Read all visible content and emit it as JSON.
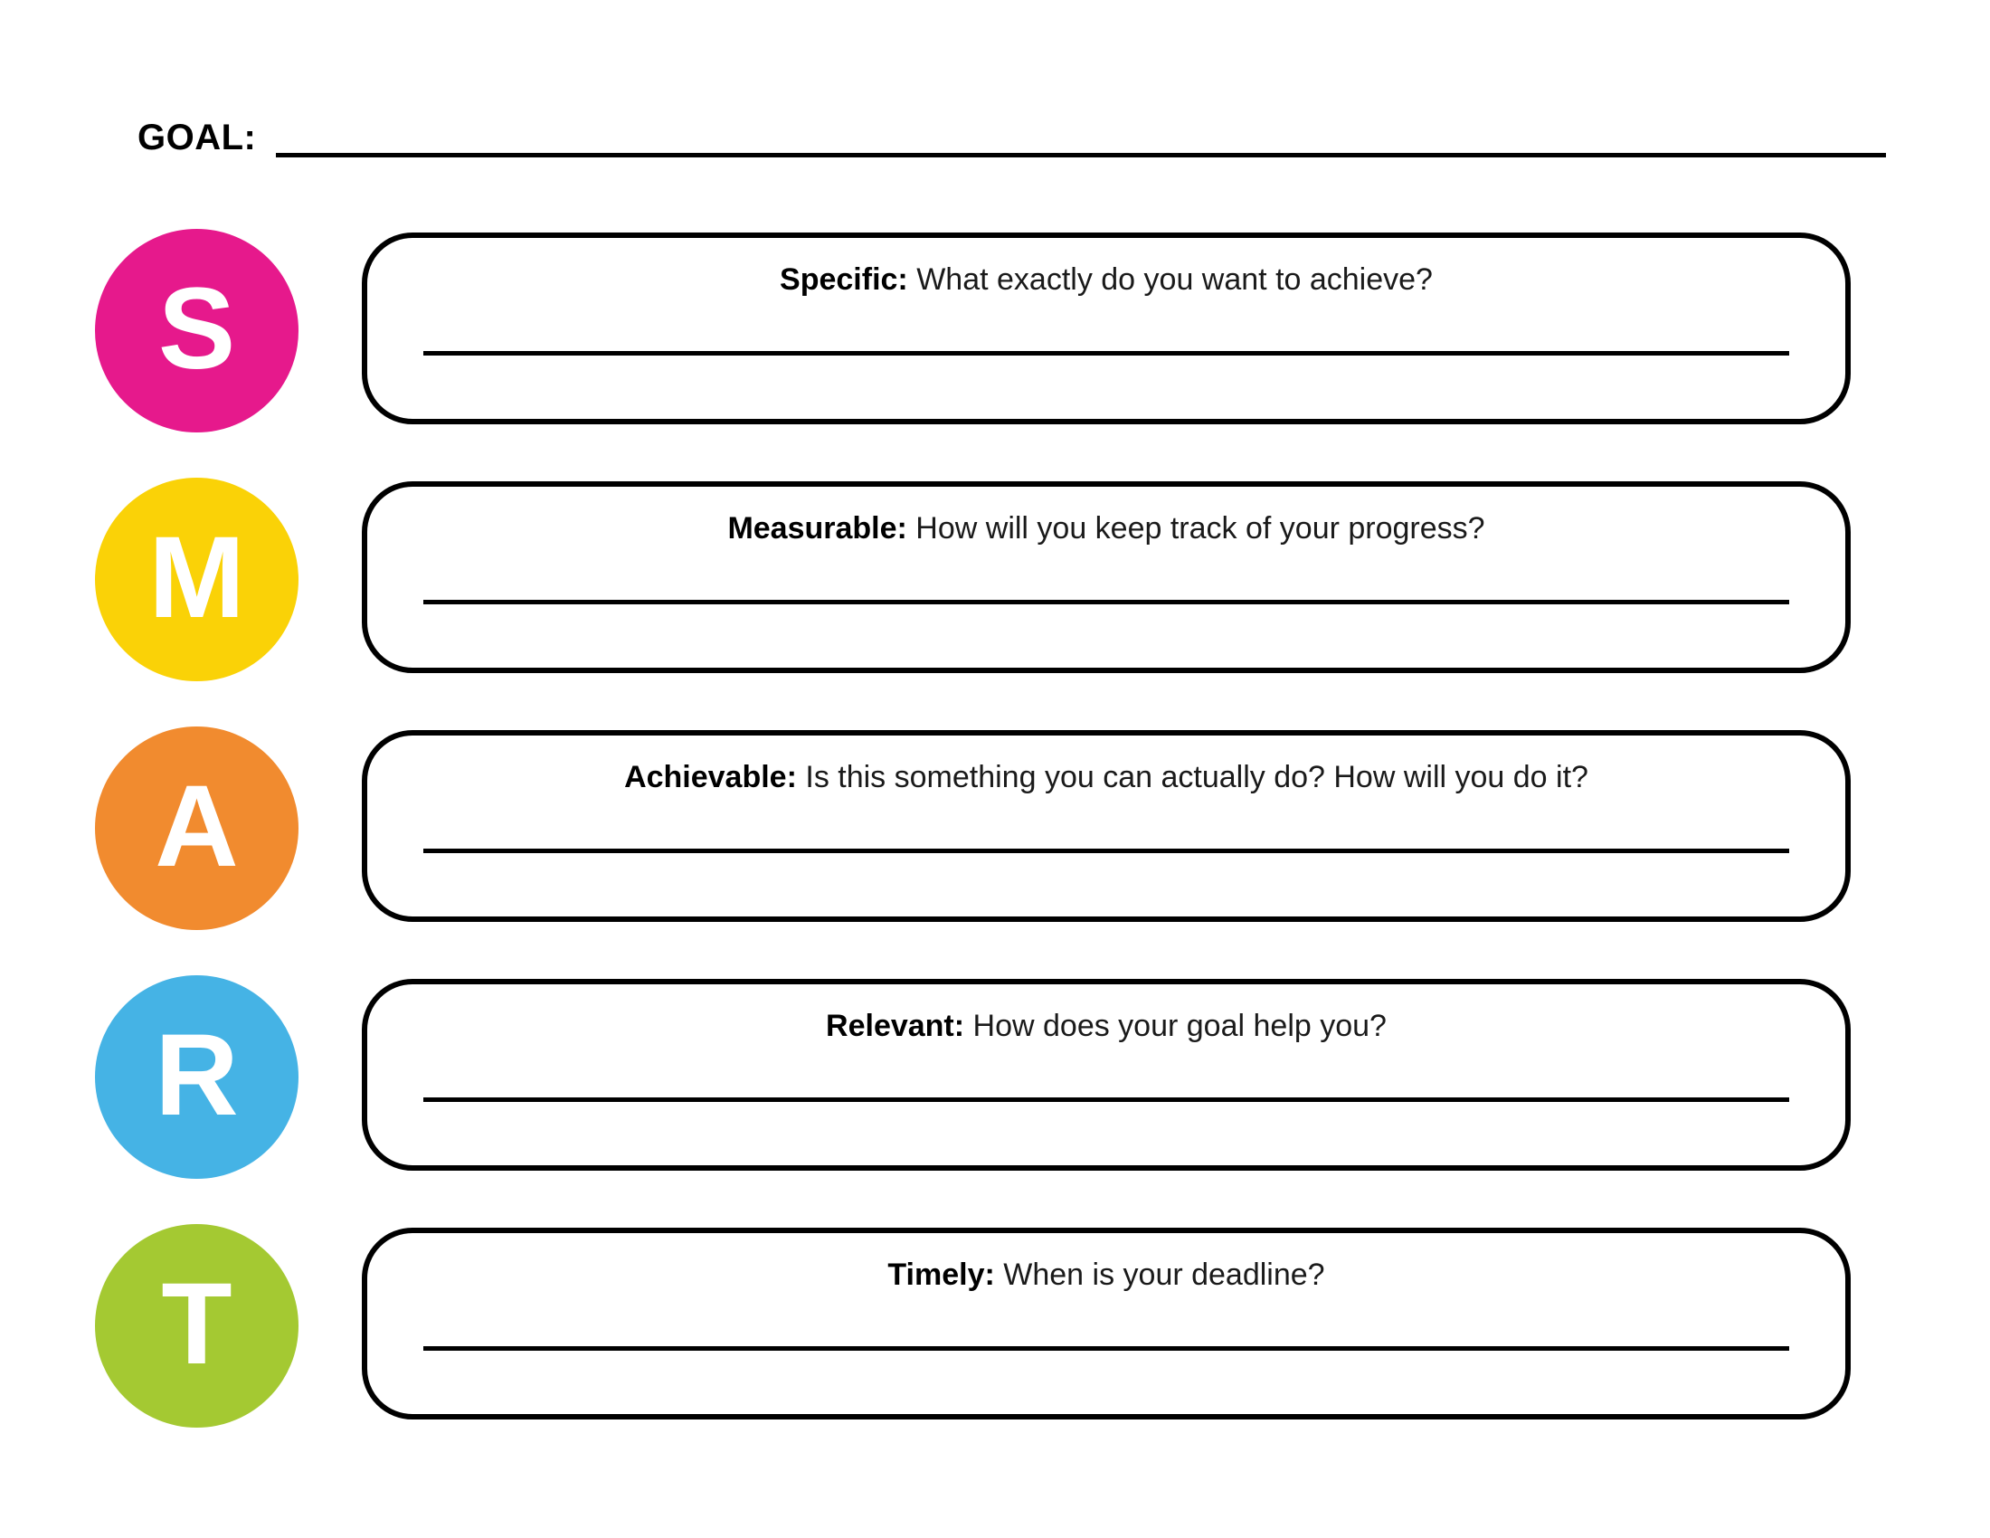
{
  "header": {
    "goal_label": "GOAL:",
    "goal_value": ""
  },
  "rows": [
    {
      "letter": "S",
      "color": "#E6198C",
      "term": "Specific:",
      "question": "What exactly do you want to achieve?",
      "answer": ""
    },
    {
      "letter": "M",
      "color": "#FAD207",
      "term": "Measurable:",
      "question": "How will you keep track of your progress?",
      "answer": ""
    },
    {
      "letter": "A",
      "color": "#F18B2F",
      "term": "Achievable:",
      "question": "Is this something you can actually do? How will you do it?",
      "answer": ""
    },
    {
      "letter": "R",
      "color": "#45B3E5",
      "term": "Relevant:",
      "question": "How does your goal help you?",
      "answer": ""
    },
    {
      "letter": "T",
      "color": "#A4C932",
      "term": "Timely:",
      "question": "When is your deadline?",
      "answer": ""
    }
  ]
}
